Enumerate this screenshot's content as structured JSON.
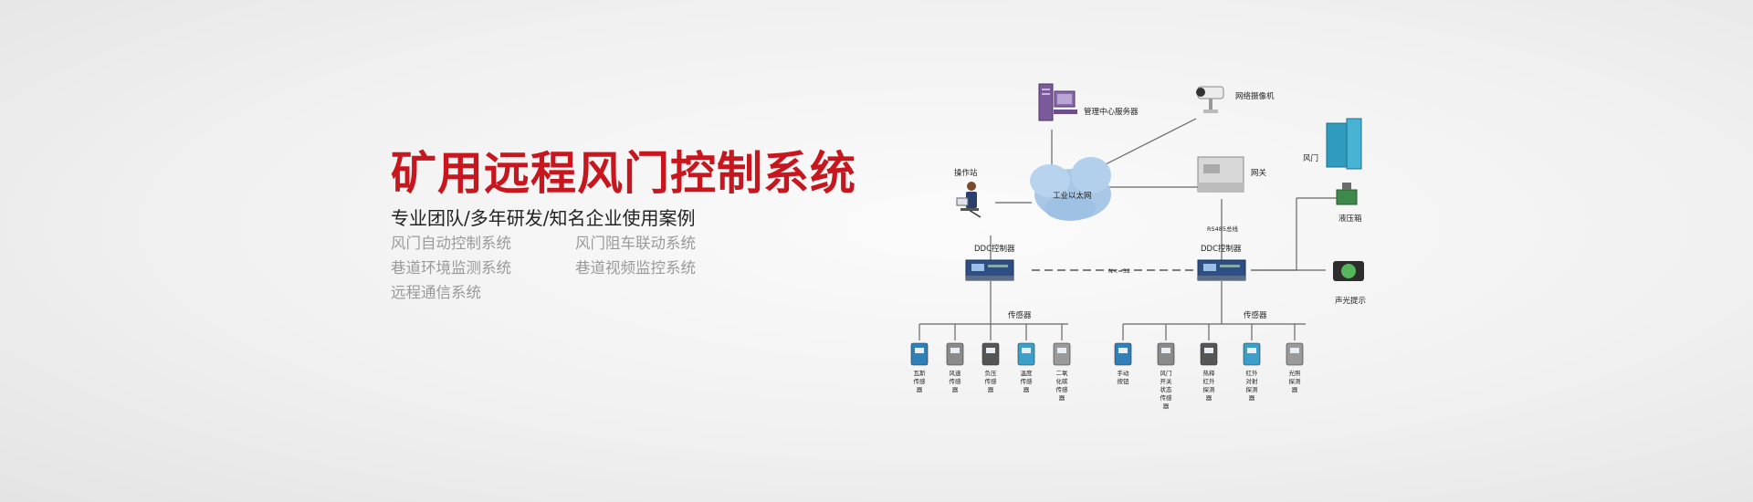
{
  "banner": {
    "headline": "矿用远程风门控制系统",
    "subtitle": "专业团队/多年研发/知名企业使用案例",
    "features": [
      "风门自动控制系统",
      "风门阻车联动系统",
      "巷道环境监测系统",
      "巷道视频监控系统",
      "远程通信系统"
    ],
    "accent_color": "#c8161e"
  },
  "diagram": {
    "server_label": "管理中心服务器",
    "camera_label": "网络摄像机",
    "workstation_label": "操作站",
    "cloud_label": "工业以太网",
    "gateway_label": "网关",
    "bus_label": "RS485总线",
    "controller_left_label": "DDC控制器",
    "controller_right_label": "DDC控制器",
    "link_label": "N<=32",
    "door_label": "风门",
    "hydraulic_label": "液压箱",
    "alarm_label": "声光提示",
    "sensors_left_title": "传感器",
    "sensors_right_title": "传感器",
    "sensors_left": [
      {
        "lines": [
          "瓦斯",
          "传感",
          "器"
        ],
        "icon": "gas-sensor-icon"
      },
      {
        "lines": [
          "风速",
          "传感",
          "器"
        ],
        "icon": "wind-speed-sensor-icon"
      },
      {
        "lines": [
          "负压",
          "传感",
          "器"
        ],
        "icon": "pressure-sensor-icon"
      },
      {
        "lines": [
          "温度",
          "传感",
          "器"
        ],
        "icon": "temperature-sensor-icon"
      },
      {
        "lines": [
          "二氧",
          "化碳",
          "传感",
          "器"
        ],
        "icon": "co2-sensor-icon"
      }
    ],
    "sensors_right": [
      {
        "lines": [
          "手动",
          "按钮"
        ],
        "icon": "manual-button-icon"
      },
      {
        "lines": [
          "风门",
          "开关",
          "状态",
          "传感",
          "器"
        ],
        "icon": "door-status-sensor-icon"
      },
      {
        "lines": [
          "热释",
          "红外",
          "探测",
          "器"
        ],
        "icon": "pyro-infrared-detector-icon"
      },
      {
        "lines": [
          "红外",
          "对射",
          "探测",
          "器"
        ],
        "icon": "infrared-beam-detector-icon"
      },
      {
        "lines": [
          "光照",
          "探测",
          "器"
        ],
        "icon": "light-detector-icon"
      }
    ]
  }
}
